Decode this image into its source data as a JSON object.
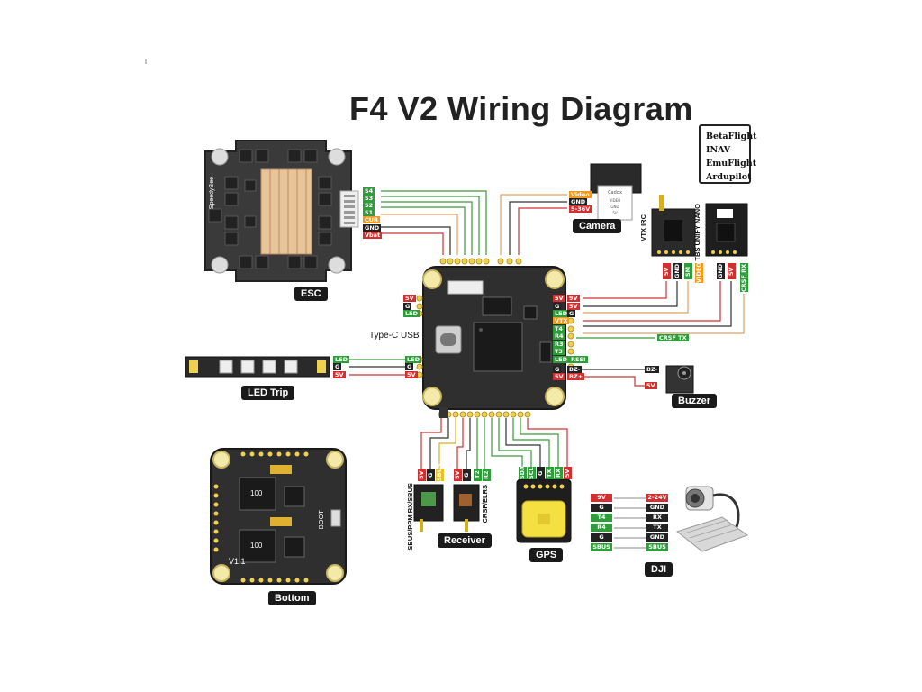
{
  "title": "F4 V2 Wiring Diagram",
  "firmware": [
    "BetaFlight",
    "INAV",
    "EmuFlight",
    "Ardupilot"
  ],
  "captions": {
    "esc": "ESC",
    "camera": "Camera",
    "led_trip": "LED Trip",
    "buzzer": "Buzzer",
    "receiver": "Receiver",
    "gps": "GPS",
    "dji": "DJI",
    "bottom": "Bottom",
    "type_c": "Type-C USB"
  },
  "vtx_labels": {
    "vtx_irc": "VTX IRC",
    "tbs_unify": "TBS UNIFY NANO"
  },
  "receiver_labels": {
    "sbus": "SBUS/PPM RX/SBUS",
    "crsf": "CRSF/ELRS"
  },
  "esc_pins": [
    "S4",
    "S3",
    "S2",
    "S1",
    "CUR",
    "GND",
    "Vbat"
  ],
  "camera_pins": [
    "Video",
    "GND",
    "5-36V"
  ],
  "fc_left_pins": [
    "5V",
    "G",
    "LED"
  ],
  "fc_right_pins": [
    "5V",
    "9V",
    "G",
    "5V",
    "LED",
    "G",
    "VTX",
    "T4",
    "R4",
    "R3",
    "T3",
    "LED",
    "RSSI",
    "G",
    "BZ-",
    "5V",
    "BZ+"
  ],
  "crsf_tx": "CRSF TX",
  "led_strip_pins": [
    "LED",
    "G",
    "5V"
  ],
  "buzzer_pins": [
    "BZ-",
    "5V"
  ],
  "vtx_pins": [
    "5V",
    "GND",
    "SM",
    "VIDEO",
    "GND",
    "5V",
    "CRSF RX"
  ],
  "receiver_pins": [
    "5V",
    "G",
    "SBUS",
    "5V",
    "G",
    "T2",
    "R2"
  ],
  "gps_pins": [
    "SDA",
    "SCL",
    "G",
    "TX",
    "RX",
    "5V"
  ],
  "dji_rows": [
    {
      "fc": "9V",
      "dji": "2-24V"
    },
    {
      "fc": "G",
      "dji": "GND"
    },
    {
      "fc": "T4",
      "dji": "RX"
    },
    {
      "fc": "R4",
      "dji": "TX"
    },
    {
      "fc": "G",
      "dji": "GND"
    },
    {
      "fc": "SBUS",
      "dji": "SBUS"
    }
  ],
  "board_text": {
    "bottom_version": "V1.1",
    "boot": "BOOT",
    "esc_model": "SpeedyBee",
    "cap_100": "100"
  },
  "colors": {
    "red": "#d32f2f",
    "black": "#222222",
    "green": "#2e9d3a",
    "orange": "#f39a1e",
    "yellow": "#e8c21c",
    "wire_orange": "#e0a060",
    "wire_red": "#cc3333",
    "wire_green": "#3a9a3a",
    "wire_yellow": "#d4b020",
    "wire_black": "#333333"
  }
}
